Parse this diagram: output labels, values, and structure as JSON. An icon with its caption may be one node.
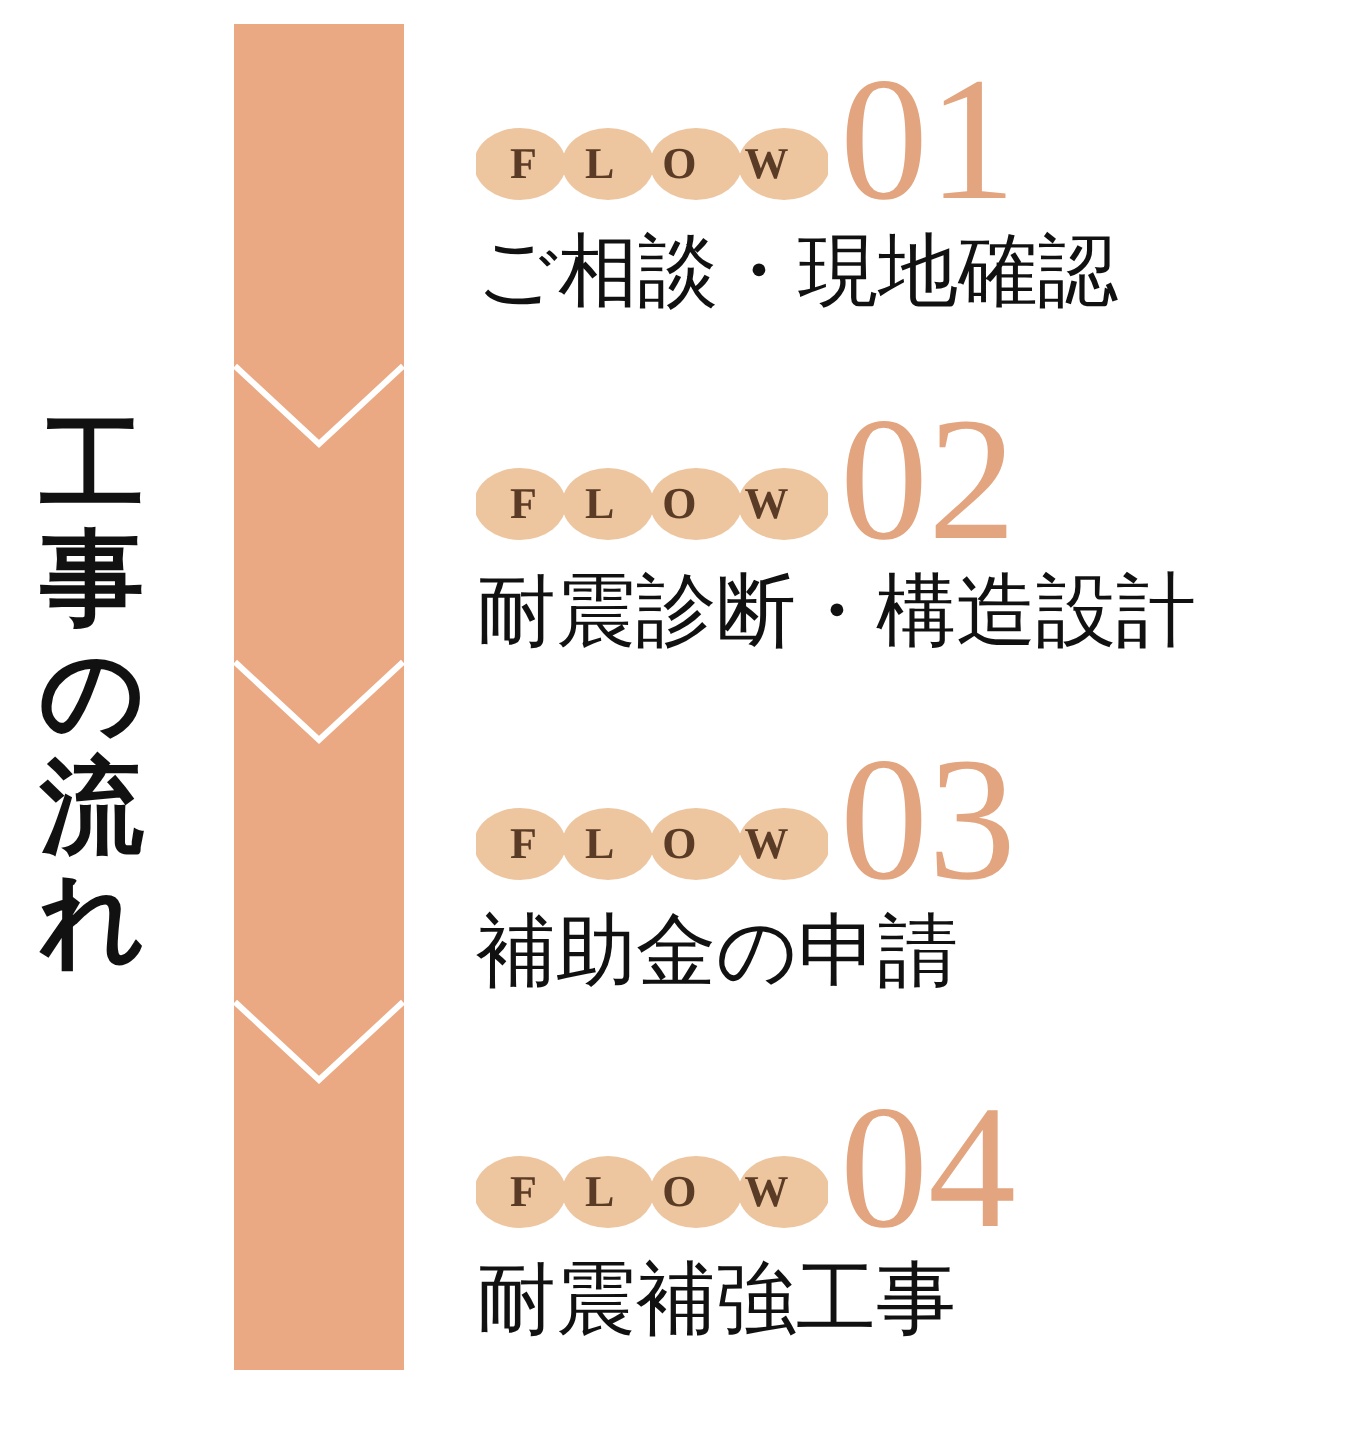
{
  "diagram": {
    "title": "工事の流れ",
    "nodes": [
      {
        "text": [],
        "shape": "bar",
        "beside": [
          "FLOW",
          "01",
          "ご相談・現地確認"
        ]
      },
      {
        "text": [],
        "shape": "bar",
        "beside": [
          "FLOW",
          "02",
          "耐震診断・構造設計"
        ]
      },
      {
        "text": [],
        "shape": "bar",
        "beside": [
          "FLOW",
          "03",
          "補助金の申請"
        ]
      },
      {
        "text": [],
        "shape": "bar",
        "beside": [
          "FLOW",
          "04",
          "耐震補強工事"
        ]
      }
    ],
    "edges": [
      {
        "from": 0,
        "to": 1,
        "arrow": "to"
      },
      {
        "from": 1,
        "to": 2,
        "arrow": "to"
      },
      {
        "from": 2,
        "to": 3,
        "arrow": "to"
      }
    ]
  }
}
